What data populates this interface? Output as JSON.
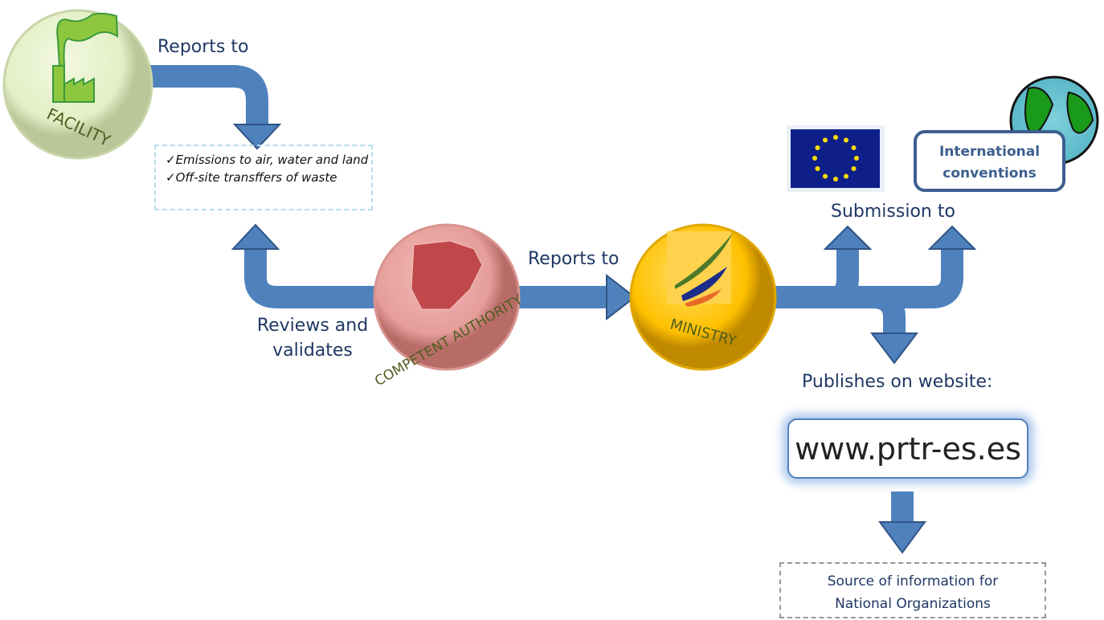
{
  "nodes": {
    "facility": "FACILITY",
    "competent_authority": "COMPETENT AUTHORITY",
    "ministry": "MINISTRY"
  },
  "labels": {
    "reports_to_1": "Reports to",
    "reviews": "Reviews and",
    "validates": "validates",
    "reports_to_2": "Reports to",
    "submission_to": "Submission to",
    "publishes": "Publishes on website:"
  },
  "report_items": [
    "Emissions to air, water and land",
    "Off-site transffers of waste"
  ],
  "international_conventions": [
    "International",
    "conventions"
  ],
  "website": "www.prtr-es.es",
  "source": [
    "Source of information for",
    "National Organizations"
  ],
  "colors": {
    "arrow": "#4f81bd",
    "text": "#1f3864",
    "facility": "#e3efc5",
    "authority": "#e8a3a0",
    "ministry": "#ffc000",
    "eu_blue": "#0f1f8a",
    "eu_star": "#ffdd00"
  },
  "icons": [
    "factory-icon",
    "spain-map-icon",
    "ministry-logo-icon",
    "eu-flag-icon",
    "globe-icon"
  ]
}
